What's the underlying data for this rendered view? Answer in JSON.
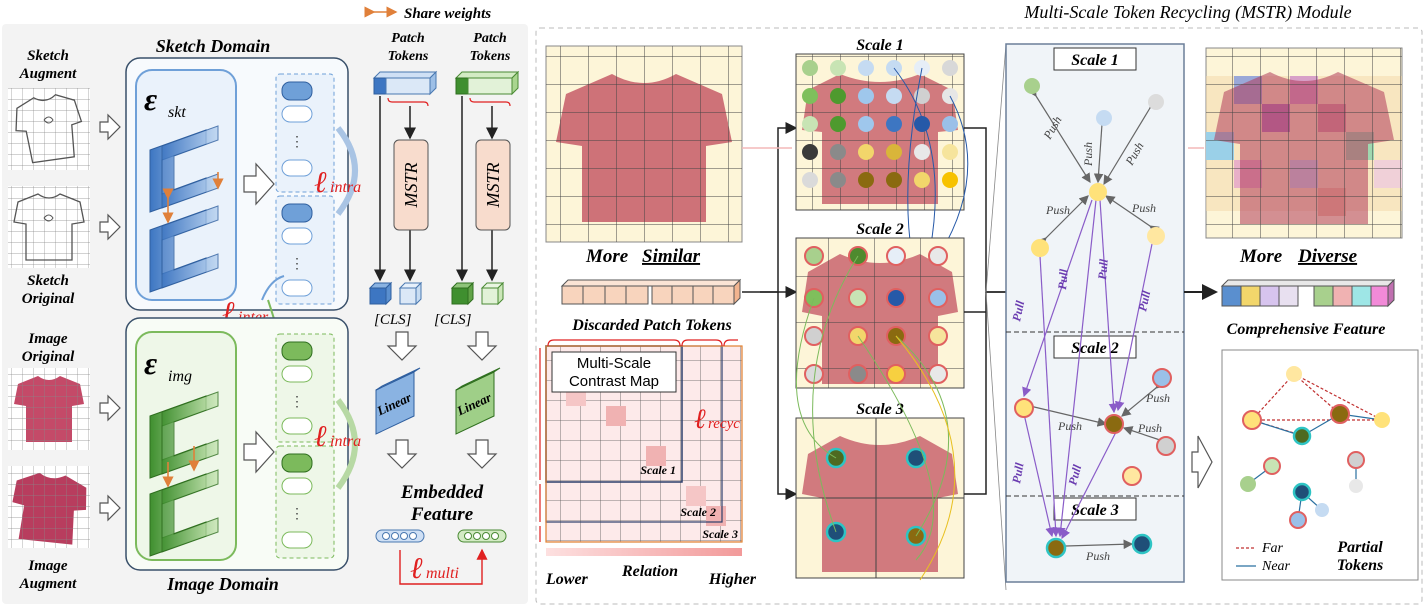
{
  "header": {
    "share_weights": "Share weights",
    "module_title": "Multi-Scale Token Recycling (MSTR) Module"
  },
  "left": {
    "sketch_augment": [
      "Sketch",
      "Augment"
    ],
    "sketch_original": [
      "Sketch",
      "Original"
    ],
    "image_original": [
      "Image",
      "Original"
    ],
    "image_augment": [
      "Image",
      "Augment"
    ],
    "sketch_domain": "Sketch Domain",
    "image_domain": "Image Domain",
    "enc_sketch": "ε",
    "enc_sketch_sub": "skt",
    "enc_image": "ε",
    "enc_image_sub": "img",
    "loss_intra": "ℓ",
    "loss_intra_sub": "intra",
    "loss_inter_sub": "inter",
    "loss_multi_sub": "multi",
    "loss_recyc_sub": "recyc",
    "patch_tokens": [
      "Patch",
      "Tokens"
    ],
    "mstr": "MSTR",
    "cls": "[CLS]",
    "linear": "Linear",
    "embedded_feature": [
      "Embedded",
      "Feature"
    ]
  },
  "middle": {
    "more_similar_prefix": "More ",
    "more_similar_word": "Similar",
    "discarded": "Discarded Patch Tokens",
    "contrast_map": [
      "Multi-Scale",
      "Contrast Map"
    ],
    "scale1": "Scale 1",
    "scale2": "Scale 2",
    "scale3": "Scale 3",
    "lower": "Lower",
    "relation": "Relation",
    "higher": "Higher"
  },
  "right": {
    "push": "Push",
    "pull": "Pull",
    "more_diverse_prefix": "More ",
    "more_diverse_word": "Diverse",
    "comprehensive": "Comprehensive Feature",
    "far": "Far",
    "near": "Near",
    "partial_tokens": [
      "Partial",
      "Tokens"
    ]
  },
  "colors": {
    "sketch_blue": "#6fa0d8",
    "image_green": "#7cba5c",
    "loss_red": "#e02020",
    "shirt_pink": "#c9646e",
    "pull_purple": "#8a5cc8",
    "token_yellow": "#ffe27a"
  }
}
